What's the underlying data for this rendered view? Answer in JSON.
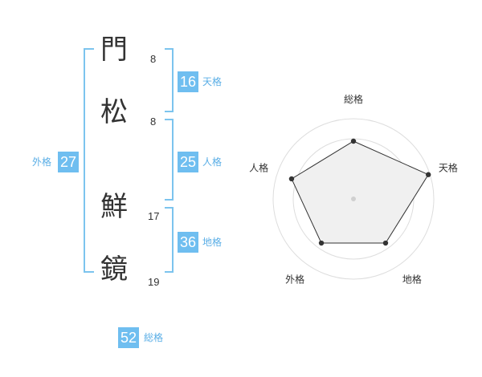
{
  "name": {
    "characters": [
      {
        "char": "門",
        "strokes": "8"
      },
      {
        "char": "松",
        "strokes": "8"
      },
      {
        "char": "鮮",
        "strokes": "17"
      },
      {
        "char": "鏡",
        "strokes": "19"
      }
    ]
  },
  "fortunes": {
    "tenkaku": {
      "label": "天格",
      "value": "16"
    },
    "jinkaku": {
      "label": "人格",
      "value": "25"
    },
    "chikaku": {
      "label": "地格",
      "value": "36"
    },
    "gaikaku": {
      "label": "外格",
      "value": "27"
    },
    "soukaku": {
      "label": "総格",
      "value": "52"
    }
  },
  "colors": {
    "accent": "#6fbef0",
    "bracket": "#7cc4ee",
    "text": "#333333"
  },
  "chart_data": {
    "type": "radar",
    "axes": [
      "総格",
      "天格",
      "地格",
      "外格",
      "人格"
    ],
    "values": [
      0.72,
      0.98,
      0.68,
      0.68,
      0.81
    ],
    "range": [
      0,
      1
    ],
    "rings": 4
  }
}
